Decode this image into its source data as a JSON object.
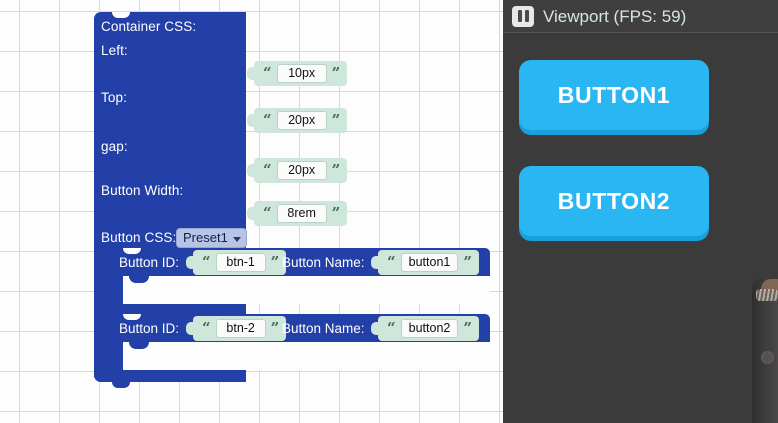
{
  "workspace": {
    "container_block": {
      "title": "Container CSS:",
      "fields": [
        {
          "label": "Left:",
          "value": "10px"
        },
        {
          "label": "Top:",
          "value": "20px"
        },
        {
          "label": "gap:",
          "value": "20px"
        },
        {
          "label": "Button Width:",
          "value": "8rem"
        }
      ],
      "button_css_label": "Button CSS:",
      "button_css_value": "Preset1",
      "open_quote": "“",
      "close_quote": "”"
    },
    "button_rows": [
      {
        "id_label": "Button ID:",
        "id_value": "btn-1",
        "name_label": "Button Name:",
        "name_value": "button1"
      },
      {
        "id_label": "Button ID:",
        "id_value": "btn-2",
        "name_label": "Button Name:",
        "name_value": "button2"
      }
    ]
  },
  "viewport": {
    "title": "Viewport (FPS: 59)",
    "pause_icon": "pause-icon",
    "buttons": [
      {
        "label": "BUTTON1"
      },
      {
        "label": "BUTTON2"
      }
    ]
  },
  "colors": {
    "block_blue": "#2340a8",
    "string_block": "#cfe6da",
    "dropdown": "#b9c4e4",
    "viewport_bg": "#3b3b3b",
    "viewport_button": "#29b6f2",
    "viewport_button_shadow": "#1aa0da"
  }
}
